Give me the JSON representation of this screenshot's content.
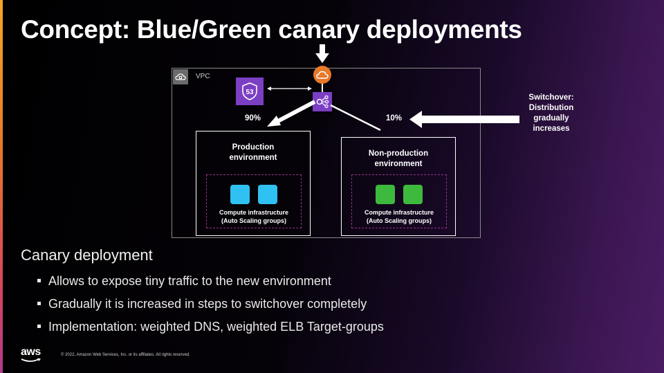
{
  "slide": {
    "title": "Concept: Blue/Green canary deployments"
  },
  "diagram": {
    "vpc_label": "VPC",
    "route53_label": "53",
    "production": {
      "title_line1": "Production",
      "title_line2": "environment",
      "asg_line1": "Compute infrastructure",
      "asg_line2": "(Auto Scaling groups)",
      "instance_color": "#2fc1f1",
      "traffic_percent": "90%"
    },
    "non_production": {
      "title_line1": "Non-production",
      "title_line2": "environment",
      "asg_line1": "Compute infrastructure",
      "asg_line2": "(Auto Scaling groups)",
      "instance_color": "#3db93d",
      "traffic_percent": "10%"
    },
    "switchover_note": {
      "line1": "Switchover:",
      "line2": "Distribution",
      "line3": "gradually",
      "line4": "increases"
    }
  },
  "content": {
    "subheading": "Canary deployment",
    "bullets": [
      "Allows to expose tiny traffic to the new environment",
      "Gradually it is increased in steps to switchover completely",
      "Implementation: weighted DNS, weighted ELB Target-groups"
    ]
  },
  "footer": {
    "logo": "aws",
    "copyright": "© 2022, Amazon Web Services, Inc. or its affiliates. All rights reserved."
  },
  "colors": {
    "accent_purple": "#7b3fc4",
    "accent_orange": "#e8782a",
    "asg_border": "#9b2f8a"
  },
  "icons": [
    "vpc-cloud-icon",
    "route53-icon",
    "cloud-icon",
    "load-balancer-icon",
    "aws-logo"
  ]
}
